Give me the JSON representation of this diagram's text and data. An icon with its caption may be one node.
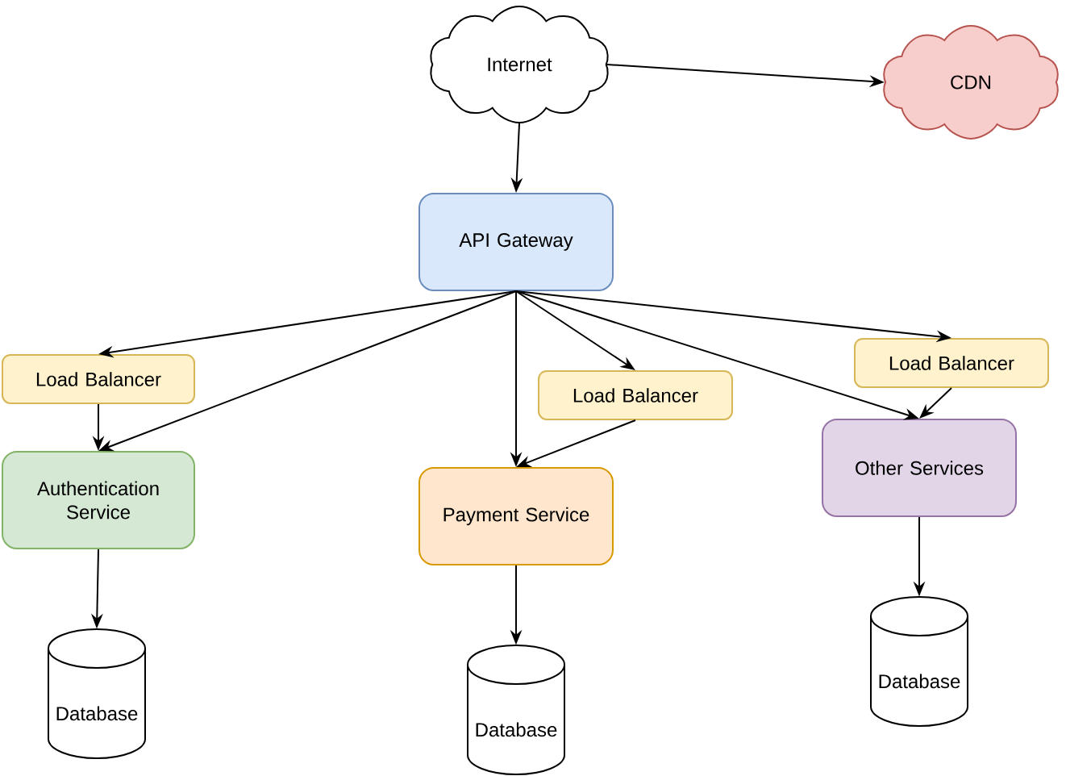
{
  "diagram": {
    "nodes": [
      {
        "text": [
          "Internet"
        ]
      },
      {
        "text": [
          "CDN"
        ]
      },
      {
        "text": [
          "API Gateway"
        ]
      },
      {
        "text": [
          "Load Balancer"
        ]
      },
      {
        "text": [
          "Authentication Service"
        ]
      },
      {
        "text": [
          "Load Balancer"
        ]
      },
      {
        "text": [
          "Payment Service"
        ]
      },
      {
        "text": [
          "Load Balancer"
        ]
      },
      {
        "text": [
          "Other Services"
        ]
      },
      {
        "text": [
          "Database"
        ]
      },
      {
        "text": [
          "Database"
        ]
      },
      {
        "text": [
          "Database"
        ]
      }
    ],
    "edges": [
      {
        "from": 0,
        "to": 2,
        "arrow": "to"
      },
      {
        "from": 0,
        "to": 1,
        "arrow": "to"
      },
      {
        "from": 2,
        "to": 3,
        "arrow": "to"
      },
      {
        "from": 2,
        "to": 4,
        "arrow": "to"
      },
      {
        "from": 2,
        "to": 6,
        "arrow": "to"
      },
      {
        "from": 2,
        "to": 5,
        "arrow": "to"
      },
      {
        "from": 2,
        "to": 8,
        "arrow": "to"
      },
      {
        "from": 2,
        "to": 7,
        "arrow": "to"
      },
      {
        "from": 3,
        "to": 4,
        "arrow": "to"
      },
      {
        "from": 5,
        "to": 6,
        "arrow": "to"
      },
      {
        "from": 7,
        "to": 8,
        "arrow": "to"
      },
      {
        "from": 4,
        "to": 9,
        "arrow": "to"
      },
      {
        "from": 6,
        "to": 10,
        "arrow": "to"
      },
      {
        "from": 8,
        "to": 11,
        "arrow": "to"
      }
    ]
  }
}
